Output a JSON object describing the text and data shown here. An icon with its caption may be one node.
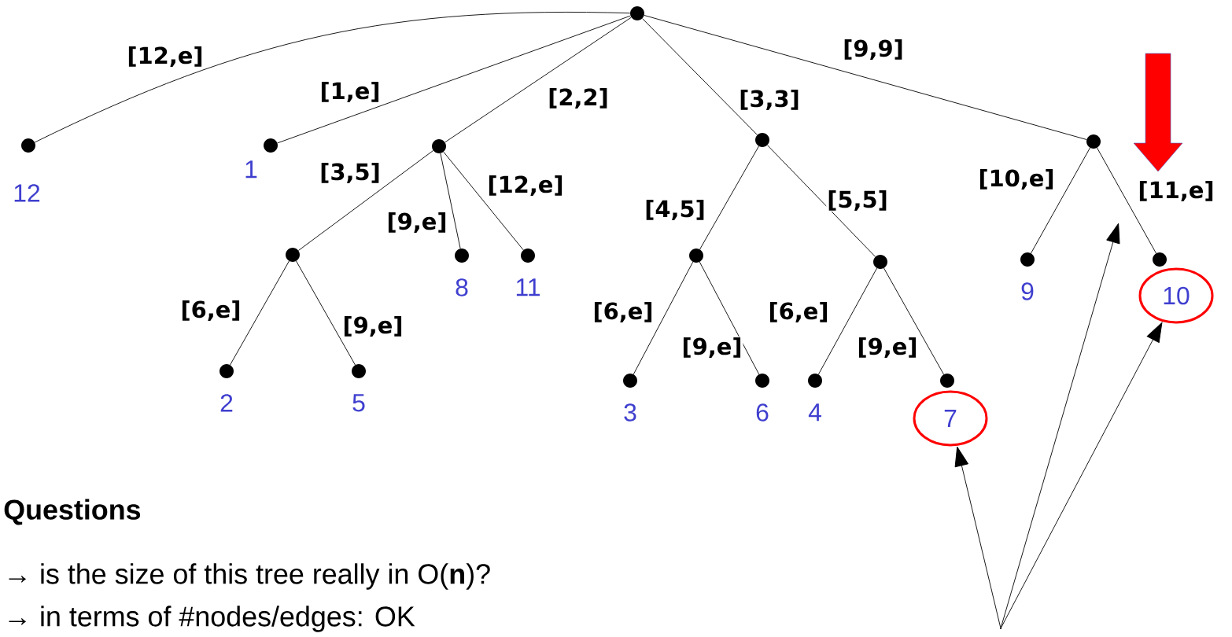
{
  "diagram": {
    "nodes": [
      {
        "text": [],
        "shape": "circle"
      },
      {
        "text": [],
        "shape": "circle",
        "beside": [
          "12"
        ]
      },
      {
        "text": [],
        "shape": "circle",
        "beside": [
          "1"
        ]
      },
      {
        "text": [],
        "shape": "circle"
      },
      {
        "text": [],
        "shape": "circle"
      },
      {
        "text": [],
        "shape": "circle",
        "beside": [
          "2"
        ]
      },
      {
        "text": [],
        "shape": "circle",
        "beside": [
          "5"
        ]
      },
      {
        "text": [],
        "shape": "circle",
        "beside": [
          "8"
        ]
      },
      {
        "text": [],
        "shape": "circle",
        "beside": [
          "11"
        ]
      },
      {
        "text": [],
        "shape": "circle"
      },
      {
        "text": [],
        "shape": "circle"
      },
      {
        "text": [],
        "shape": "circle",
        "beside": [
          "3"
        ]
      },
      {
        "text": [],
        "shape": "circle",
        "beside": [
          "6"
        ]
      },
      {
        "text": [],
        "shape": "circle"
      },
      {
        "text": [],
        "shape": "circle",
        "beside": [
          "4"
        ]
      },
      {
        "text": [],
        "shape": "circle"
      },
      {
        "text": [],
        "shape": "circle"
      },
      {
        "text": [],
        "shape": "circle",
        "beside": [
          "9"
        ]
      },
      {
        "text": [],
        "shape": "circle"
      },
      {
        "text": [
          "7"
        ]
      },
      {
        "text": [
          "10"
        ]
      },
      {
        "text": [],
        "shape": "point"
      }
    ],
    "edges": [
      {
        "from": 0,
        "to": 1,
        "arrow": "none",
        "label": "[12,e]"
      },
      {
        "from": 0,
        "to": 2,
        "arrow": "none",
        "label": "[1,e]"
      },
      {
        "from": 0,
        "to": 3,
        "arrow": "none",
        "label": "[2,2]"
      },
      {
        "from": 0,
        "to": 9,
        "arrow": "none",
        "label": "[3,3]"
      },
      {
        "from": 0,
        "to": 16,
        "arrow": "none",
        "label": "[9,9]"
      },
      {
        "from": 3,
        "to": 4,
        "arrow": "none",
        "label": "[3,5]"
      },
      {
        "from": 3,
        "to": 7,
        "arrow": "none",
        "label": "[9,e]"
      },
      {
        "from": 3,
        "to": 8,
        "arrow": "none",
        "label": "[12,e]"
      },
      {
        "from": 4,
        "to": 5,
        "arrow": "none",
        "label": "[6,e]"
      },
      {
        "from": 4,
        "to": 6,
        "arrow": "none",
        "label": "[9,e]"
      },
      {
        "from": 9,
        "to": 10,
        "arrow": "none",
        "label": "[4,5]"
      },
      {
        "from": 9,
        "to": 13,
        "arrow": "none",
        "label": "[5,5]"
      },
      {
        "from": 10,
        "to": 11,
        "arrow": "none",
        "label": "[6,e]"
      },
      {
        "from": 10,
        "to": 12,
        "arrow": "none",
        "label": "[9,e]"
      },
      {
        "from": 13,
        "to": 14,
        "arrow": "none",
        "label": "[6,e]"
      },
      {
        "from": 13,
        "to": 15,
        "arrow": "none",
        "label": "[9,e]"
      },
      {
        "from": 16,
        "to": 17,
        "arrow": "none",
        "label": "[10,e]"
      },
      {
        "from": 16,
        "to": 18,
        "arrow": "none",
        "label": "[11,e]"
      },
      {
        "from": 21,
        "to": 19,
        "arrow": "to"
      },
      {
        "from": 21,
        "to": null,
        "arrow": "to"
      },
      {
        "from": 21,
        "to": 20,
        "arrow": "to"
      }
    ],
    "labels": [
      "Questions",
      "→ is the size of this tree really in O(**n**)?",
      "→ in terms of #nodes/edges: OK"
    ]
  }
}
